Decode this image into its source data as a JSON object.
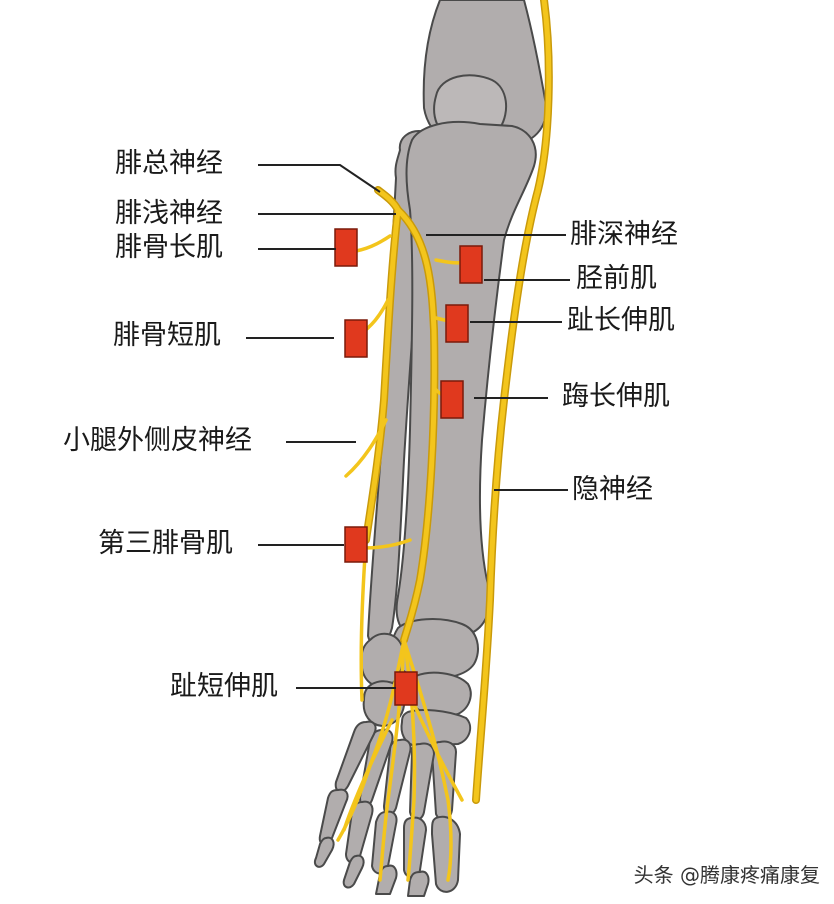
{
  "colors": {
    "bone": "#b1adad",
    "bone_outline": "#4a4a4a",
    "nerve": "#f3c51c",
    "nerve_outline": "#c99a0a",
    "muscle_marker": "#e0391e",
    "leader_line": "#222222"
  },
  "labels": {
    "common_peroneal_nerve": "腓总神经",
    "superficial_peroneal_nerve": "腓浅神经",
    "peroneus_longus": "腓骨长肌",
    "peroneus_brevis": "腓骨短肌",
    "lateral_sural_cutaneous_nerve": "小腿外侧皮神经",
    "peroneus_tertius": "第三腓骨肌",
    "extensor_digitorum_brevis": "趾短伸肌",
    "deep_peroneal_nerve": "腓深神经",
    "tibialis_anterior": "胫前肌",
    "extensor_digitorum_longus": "趾长伸肌",
    "extensor_hallucis_longus": "踇长伸肌",
    "saphenous_nerve": "隐神经"
  },
  "watermark": "头条 @腾康疼痛康复"
}
